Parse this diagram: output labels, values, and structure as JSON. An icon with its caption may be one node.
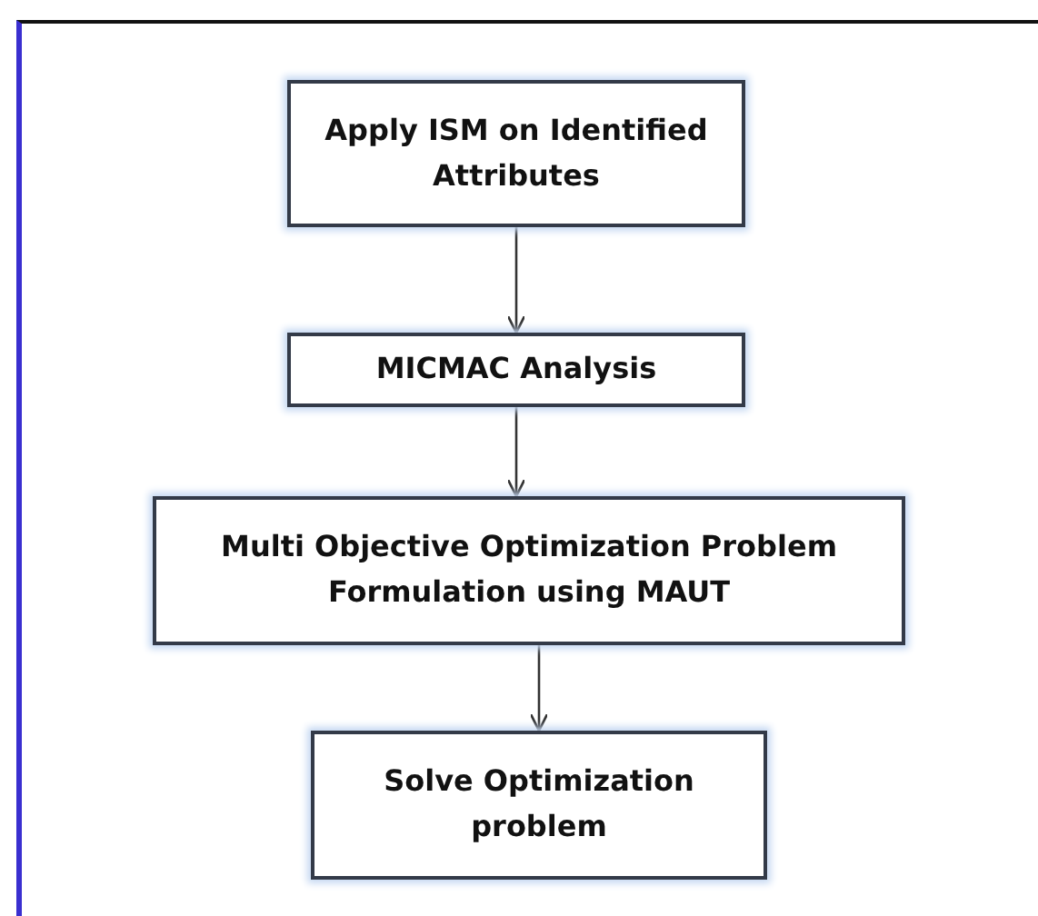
{
  "diagram": {
    "nodes": [
      {
        "text": [
          "Apply ISM on Identified Attributes"
        ]
      },
      {
        "text": [
          "MICMAC Analysis"
        ]
      },
      {
        "text": [
          "Multi Objective Optimization Problem Formulation using MAUT"
        ]
      },
      {
        "text": [
          "Solve Optimization problem"
        ]
      }
    ],
    "edges": [
      {
        "from": 0,
        "to": 1,
        "arrow": "to"
      },
      {
        "from": 1,
        "to": 2,
        "arrow": "to"
      },
      {
        "from": 2,
        "to": 3,
        "arrow": "to"
      }
    ]
  }
}
